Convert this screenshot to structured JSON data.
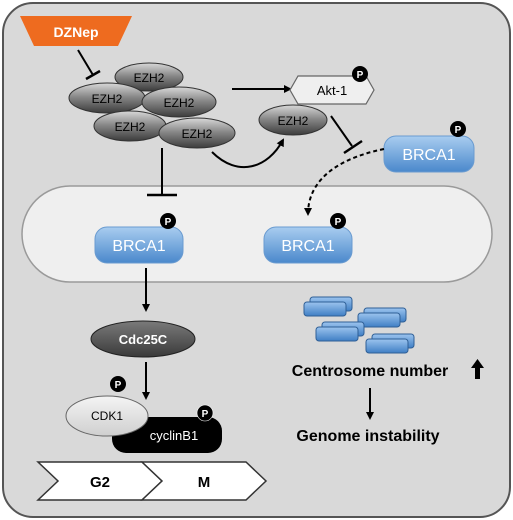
{
  "drug": "DZNep",
  "ezh2_label": "EZH2",
  "akt": "Akt-1",
  "phospho": "P",
  "brca1": "BRCA1",
  "cdc25c": "Cdc25C",
  "cdk1": "CDK1",
  "cyclinb1": "cyclinB1",
  "phase_g2": "G2",
  "phase_m": "M",
  "centrosome": "Centrosome number",
  "genome": "Genome instability",
  "colors": {
    "drug": "#ee6b1f",
    "brca1": "#5b9bd5",
    "ezh2_dark": "#4a4a4a",
    "cell_bg": "#d9d9d9",
    "nucleus": "#efefef"
  }
}
